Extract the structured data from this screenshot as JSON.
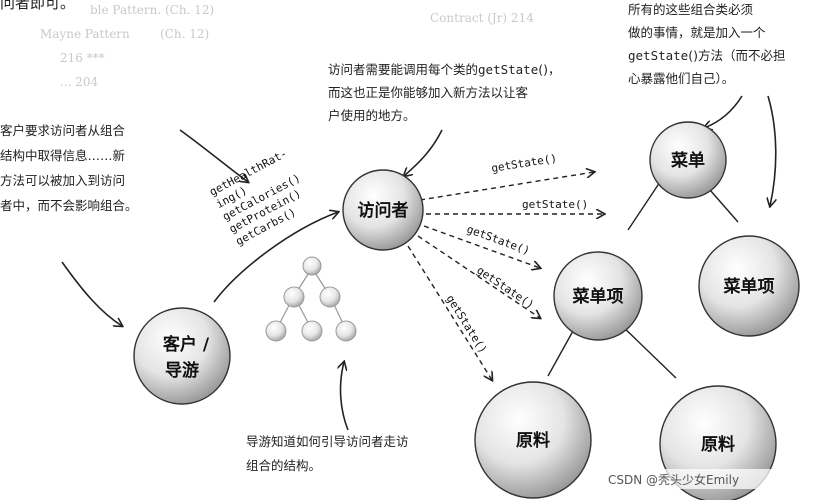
{
  "top_left_text": "问者即可。",
  "note_top_middle": {
    "lines": [
      [
        "访问者需要能调用每个类的",
        "getState",
        "()，"
      ],
      [
        "而这也正是你能够加入新方法以让客"
      ],
      [
        "户使用的地方。"
      ]
    ]
  },
  "note_top_right": {
    "lines": [
      [
        "所有的这些组合类必须"
      ],
      [
        "做的事情，就是加入一个"
      ],
      [
        "",
        "getState",
        "()方法（而不必担"
      ],
      [
        "心暴露他们自己）。"
      ]
    ]
  },
  "note_left": {
    "lines": [
      "客户要求访问者从组合",
      "结构中取得信息……新",
      "方法可以被加入到访问",
      "者中，而不会影响组合。"
    ]
  },
  "note_bottom": {
    "lines": [
      "导游知道如何引导访问者走访",
      "组合的结构。"
    ]
  },
  "client_calls": [
    "getHealthRat-",
    "ing()",
    "getCalories()",
    "getProtein()",
    "getCarbs()"
  ],
  "nodes": {
    "visitor": "访问者",
    "client_line1": "客户 /",
    "client_line2": "导游",
    "menu": "菜单",
    "menu_item_center": "菜单项",
    "menu_item_right": "菜单项",
    "ingredient_left": "原料",
    "ingredient_right": "原料"
  },
  "getstate_labels": [
    "getState()",
    "getState()",
    "getState()",
    "getState()",
    "getState()"
  ],
  "watermark": "CSDN @秃头少女Emily",
  "background_text": [
    "ble Pattern. (Ch. 12)",
    "Mayne Pattern",
    "(Ch. 12)",
    "216 ***",
    "... 204",
    "Contract (Jr) 214"
  ]
}
